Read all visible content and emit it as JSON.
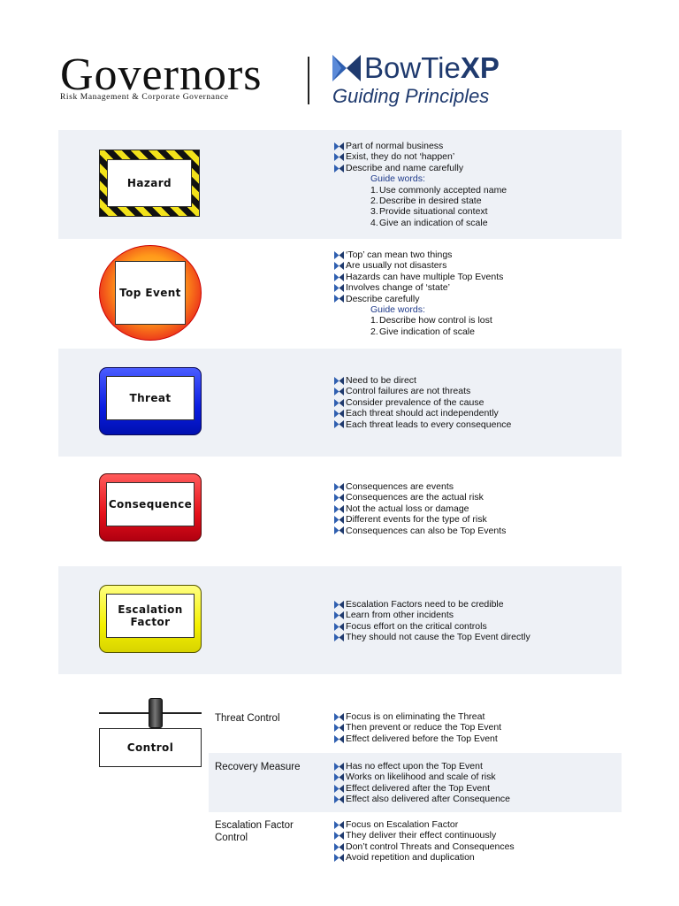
{
  "header": {
    "gov_title": "Governors",
    "gov_subtitle": "Risk Management & Corporate Governance",
    "bowtie_name_plain": "BowTie",
    "bowtie_name_bold": "XP",
    "bowtie_subtitle": "Guiding Principles",
    "brand_color": "#1f3a6e"
  },
  "sections": {
    "hazard": {
      "label": "Hazard",
      "points": [
        "Part of normal business",
        "Exist, they do not ‘happen’",
        "Describe and name carefully"
      ],
      "guide_title": "Guide words:",
      "guide": [
        {
          "n": "1.",
          "t": "Use commonly accepted name"
        },
        {
          "n": "2.",
          "t": "Describe in desired state"
        },
        {
          "n": "3.",
          "t": "Provide situational context"
        },
        {
          "n": "4.",
          "t": "Give an indication of scale"
        }
      ]
    },
    "top_event": {
      "label": "Top Event",
      "points": [
        "‘Top’ can mean two things",
        "Are usually not disasters",
        "Hazards can have multiple Top Events",
        "Involves change of ‘state’",
        "Describe carefully"
      ],
      "guide_title": "Guide words:",
      "guide": [
        {
          "n": "1.",
          "t": "Describe how control is lost"
        },
        {
          "n": "2.",
          "t": "Give indication of scale"
        }
      ]
    },
    "threat": {
      "label": "Threat",
      "points": [
        "Need to be direct",
        "Control failures are not threats",
        "Consider prevalence of the cause",
        "Each threat should act independently",
        "Each threat leads to every consequence"
      ]
    },
    "consequence": {
      "label": "Consequence",
      "points": [
        "Consequences are events",
        "Consequences are the actual risk",
        "Not the actual loss or damage",
        "Different events for the type of risk",
        "Consequences can also be Top Events"
      ]
    },
    "escalation": {
      "label_line1": "Escalation",
      "label_line2": "Factor",
      "points": [
        "Escalation Factors need to be credible",
        "Learn from other incidents",
        "Focus effort on the critical controls",
        "They should not cause the Top Event directly"
      ]
    },
    "control": {
      "label": "Control",
      "threat_control": {
        "label": "Threat Control",
        "points": [
          "Focus is on eliminating the Threat",
          "Then prevent or reduce the Top Event",
          "Effect delivered before the Top Event"
        ]
      },
      "recovery": {
        "label": "Recovery Measure",
        "points": [
          "Has no effect upon the Top Event",
          "Works on likelihood and scale of risk",
          "Effect delivered after the Top Event",
          "Effect also delivered after Consequence"
        ]
      },
      "escalation_control": {
        "label_line1": "Escalation Factor",
        "label_line2": "Control",
        "points": [
          "Focus on Escalation Factor",
          "They deliver their effect continuously",
          "Don’t control Threats and Consequences",
          "Avoid repetition and duplication"
        ]
      }
    }
  },
  "colors": {
    "band": "#eef1f6",
    "bullet": "#2f5fb0",
    "guide_text": "#1f3a8a",
    "hazard_yellow": "#f2e21a",
    "threat_blue": "#0a1de0",
    "consequence_red": "#e5101a",
    "escalation_yellow": "#f4f000"
  }
}
